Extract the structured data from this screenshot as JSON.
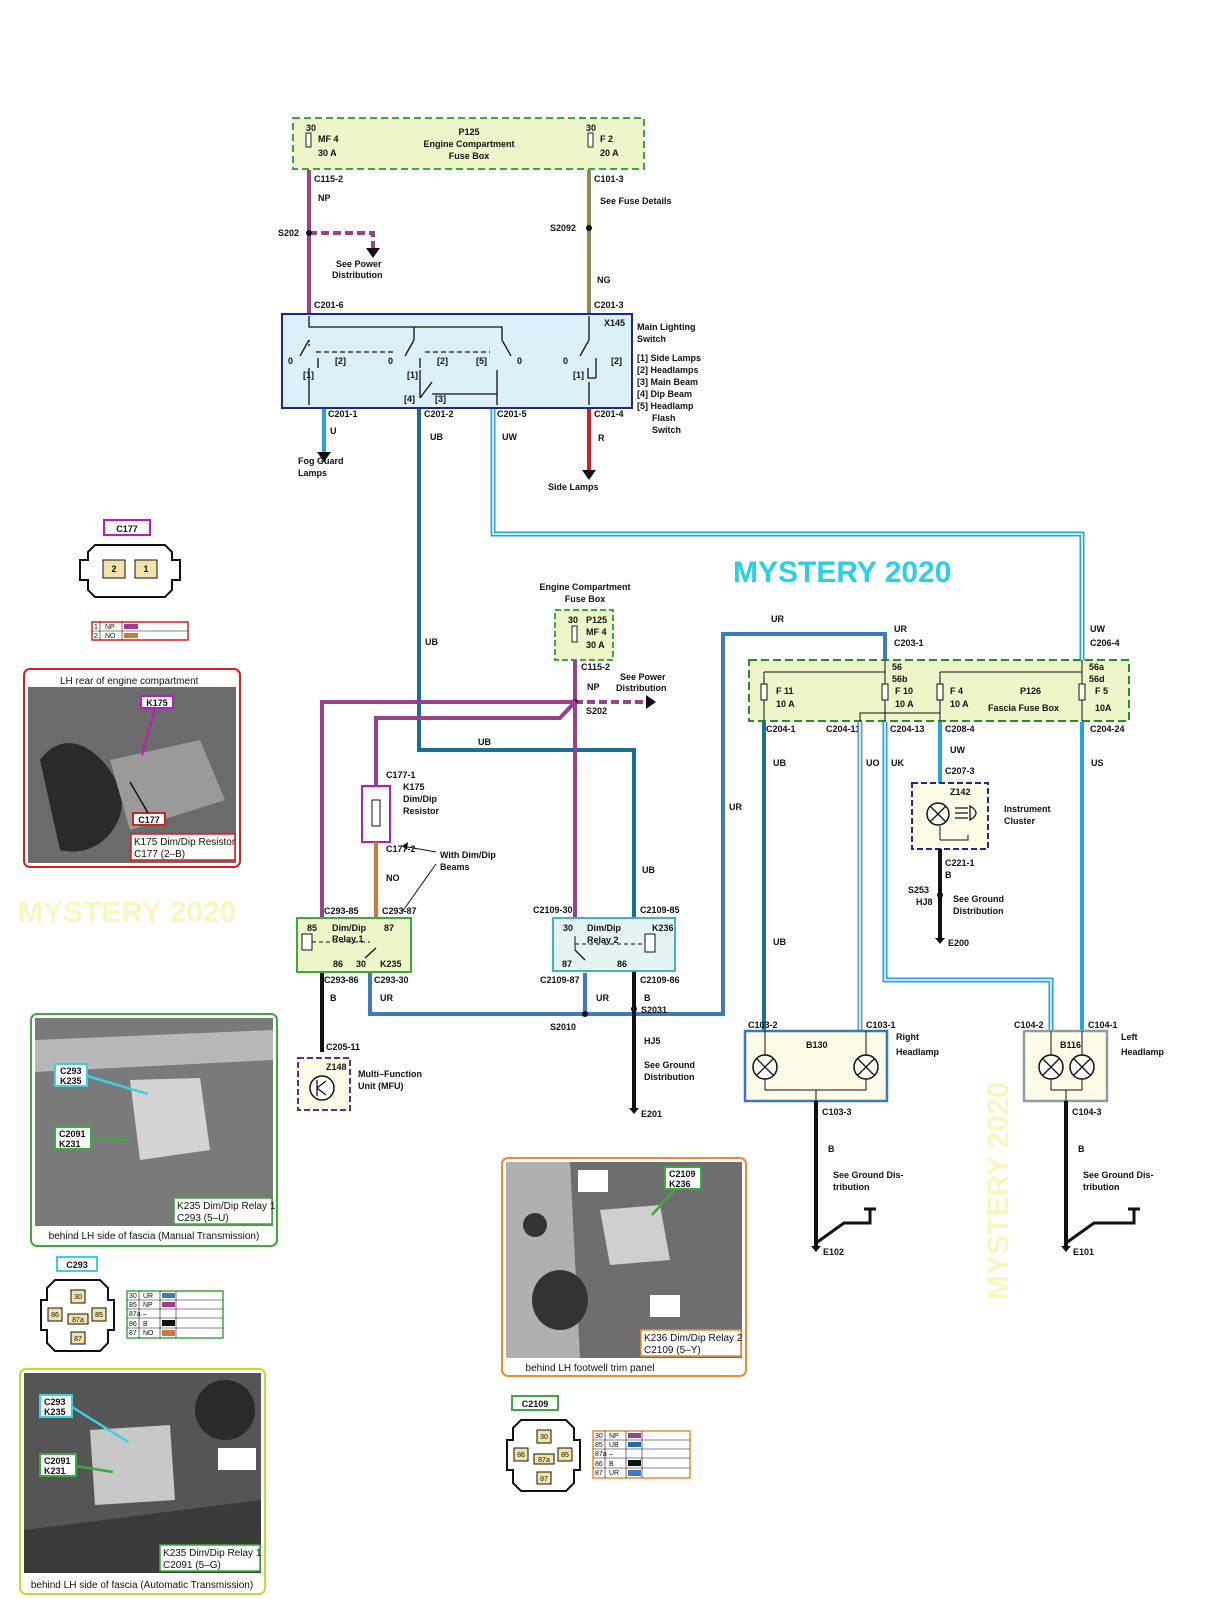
{
  "colors": {
    "np": "#9b3f8f",
    "ng": "#8c8a55",
    "red": "#d81e1e",
    "blue": "#29a3e0",
    "ub": "#1a6f94",
    "ur": "#3d7ac0",
    "uo": "#5fa0c6",
    "orange": "#cc7a3c",
    "black": "#111111",
    "fuse_fill": "#eef5c8",
    "fuse_border": "#3caa3c",
    "switch_fill": "#dcf0fa",
    "switch_border": "#1a2a8c",
    "watermark": "#2ad0e8",
    "watermark_faint": "#fbf6c0"
  },
  "watermark": "MYSTERY 2020",
  "fusebox_top": {
    "id": "P125",
    "title1": "Engine Compartment",
    "title2": "Fuse Box",
    "left_num": "30",
    "left_fuse": "MF 4",
    "left_amp": "30 A",
    "right_num": "30",
    "right_fuse": "F 2",
    "right_amp": "20 A"
  },
  "wires": {
    "c115_2": "C115-2",
    "np": "NP",
    "s202": "S202",
    "see_power1": "See Power",
    "see_power2": "Distribution",
    "c101_3": "C101-3",
    "see_fuse": "See Fuse Details",
    "s2092": "S2092",
    "ng": "NG",
    "c201_6": "C201-6",
    "c201_3": "C201-3",
    "c201_1": "C201-1",
    "c201_2": "C201-2",
    "c201_5": "C201-5",
    "c201_4": "C201-4",
    "u": "U",
    "ub": "UB",
    "uw": "UW",
    "r": "R",
    "fog1": "Fog Guard",
    "fog2": "Lamps",
    "side_lamps": "Side Lamps"
  },
  "switch": {
    "id": "X145",
    "title1": "Main Lighting",
    "title2": "Switch",
    "legend": [
      "[1]  Side Lamps",
      "[2]  Headlamps",
      "[3]  Main Beam",
      "[4]  Dip Beam",
      "[5]  Headlamp",
      "      Flash",
      "      Switch"
    ],
    "zero": "0",
    "one": "[1]",
    "two": "[2]",
    "five": "[5]",
    "three": "[3]",
    "four": "[4]"
  },
  "c177_connector": {
    "title": "C177",
    "pin2": "2",
    "pin1": "1",
    "rows": [
      [
        "1",
        "NP"
      ],
      [
        "2",
        "NO"
      ]
    ]
  },
  "fusebox_mid": {
    "title1": "Engine Compartment",
    "title2": "Fuse Box",
    "num": "30",
    "id": "P125",
    "fuse": "MF 4",
    "amp": "30 A",
    "c115_2": "C115-2",
    "np": "NP",
    "see1": "See Power",
    "see2": "Distribution",
    "s202": "S202"
  },
  "resistor": {
    "c177_1": "C177-1",
    "id": "K175",
    "name1": "Dim/Dip",
    "name2": "Resistor",
    "c177_2": "C177-2",
    "no": "NO",
    "with1": "With Dim/Dip",
    "with2": "Beams"
  },
  "relay1": {
    "c293_85": "C293-85",
    "c293_87": "C293-87",
    "p85": "85",
    "name1": "Dim/Dip",
    "name2": "Relay 1",
    "p87": "87",
    "p86": "86",
    "p30": "30",
    "id": "K235",
    "c293_86": "C293-86",
    "c293_30": "C293-30",
    "b": "B",
    "ur": "UR"
  },
  "relay2": {
    "c2109_30": "C2109-30",
    "c2109_85": "C2109-85",
    "p30": "30",
    "name1": "Dim/Dip",
    "name2": "Relay 2",
    "id": "K236",
    "p87": "87",
    "p86": "86",
    "c2109_87": "C2109-87",
    "c2109_86": "C2109-86",
    "ur": "UR",
    "b": "B",
    "s2031": "S2031",
    "s2010": "S2010",
    "hj5": "HJ5",
    "see1": "See Ground",
    "see2": "Distribution",
    "e201": "E201",
    "ub_v": "UB",
    "ub_mid": "UB",
    "ub_top": "UB"
  },
  "mfu": {
    "c205_11": "C205-11",
    "id": "Z148",
    "name1": "Multi–Function",
    "name2": "Unit (MFU)"
  },
  "fascia": {
    "ur_top": "UR",
    "ur_c203": "UR",
    "c203_1": "C203-1",
    "uw_top": "UW",
    "c206_4": "C206-4",
    "p56": "56",
    "p56b": "56b",
    "p56a": "56a",
    "p56d": "56d",
    "f11": "F 11",
    "f11_amp": "10 A",
    "f10": "F 10",
    "f10_amp": "10 A",
    "f4": "F 4",
    "f4_amp": "10 A",
    "id": "P126",
    "f5": "F 5",
    "f5_amp": "10A",
    "name": "Fascia Fuse Box",
    "c204_1": "C204-1",
    "c204_11": "C204-11",
    "c204_13": "C204-13",
    "c208_4": "C208-4",
    "c204_24": "C204-24",
    "ub": "UB",
    "uo": "UO",
    "uk": "UK",
    "uw": "UW",
    "us": "US",
    "ur_left": "UR"
  },
  "cluster": {
    "c207_3": "C207-3",
    "id": "Z142",
    "name1": "Instrument",
    "name2": "Cluster",
    "c221_1": "C221-1",
    "b": "B",
    "s253": "S253",
    "hj8": "HJ8",
    "see1": "See Ground",
    "see2": "Distribution",
    "e200": "E200"
  },
  "right_headlamp": {
    "ub": "UB",
    "c103_2": "C103-2",
    "c103_1": "C103-1",
    "id": "B130",
    "name1": "Right",
    "name2": "Headlamp",
    "c103_3": "C103-3",
    "b": "B",
    "see1": "See Ground Dis-",
    "see2": "tribution",
    "e102": "E102"
  },
  "left_headlamp": {
    "c104_2": "C104-2",
    "c104_1": "C104-1",
    "id": "B116",
    "name1": "Left",
    "name2": "Headlamp",
    "c104_3": "C104-3",
    "b": "B",
    "see1": "See Ground Dis-",
    "see2": "tribution",
    "e101": "E101"
  },
  "photo1": {
    "header": "LH rear of engine compartment",
    "tag_k175": "K175",
    "tag_c177": "C177",
    "cap1": "K175 Dim/Dip Resistor",
    "cap2": "C177 (2–B)"
  },
  "photo2": {
    "tag1a": "C293",
    "tag1b": "K235",
    "tag2a": "C2091",
    "tag2b": "K231",
    "cap1": "K235 Dim/Dip Relay 1",
    "cap2": "C293 (5–U)",
    "footer": "behind LH side of fascia (Manual Transmission)"
  },
  "photo3": {
    "tag1a": "C2109",
    "tag1b": "K236",
    "cap1": "K236 Dim/Dip Relay 2",
    "cap2": "C2109 (5–Y)",
    "footer": "behind LH footwell trim panel"
  },
  "photo4": {
    "tag1a": "C293",
    "tag1b": "K235",
    "tag2a": "C2091",
    "tag2b": "K231",
    "cap1": "K235 Dim/Dip Relay 1",
    "cap2": "C2091 (5–G)",
    "footer": "behind LH side of fascia (Automatic Transmission)"
  },
  "c293_connector": {
    "title": "C293",
    "pins": [
      "30",
      "85",
      "87a",
      "86",
      "87"
    ],
    "rows": [
      [
        "30",
        "UR"
      ],
      [
        "85",
        "NP"
      ],
      [
        "87a",
        "–"
      ],
      [
        "86",
        "B"
      ],
      [
        "87",
        "NO"
      ]
    ]
  },
  "c2109_connector": {
    "title": "C2109",
    "pins": [
      "30",
      "86",
      "87a",
      "85",
      "87"
    ],
    "rows": [
      [
        "30",
        "NP"
      ],
      [
        "85",
        "UB"
      ],
      [
        "87a",
        "–"
      ],
      [
        "86",
        "B"
      ],
      [
        "87",
        "UR"
      ]
    ]
  }
}
